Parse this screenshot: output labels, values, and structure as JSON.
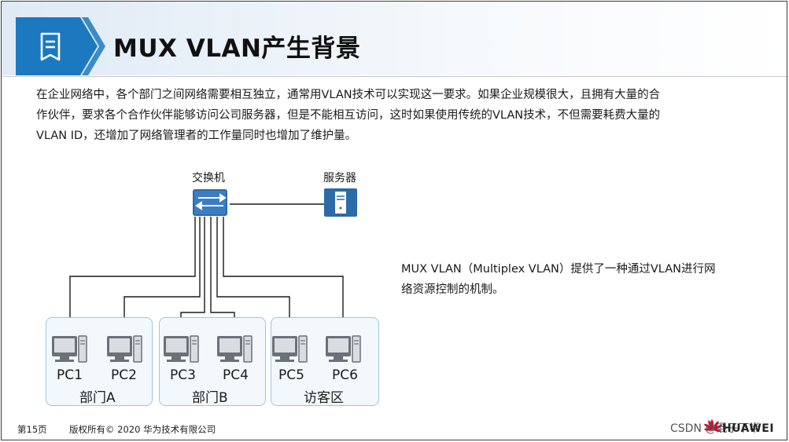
{
  "slide": {
    "title": "MUX VLAN产生背景",
    "intro_lines": [
      "在企业网络中，各个部门之间网络需要相互独立，通常用VLAN技术可以实现这一要求。如果企业规模很大，且拥有大量的合",
      "作伙伴，要求各个合作伙伴能够访问公司服务器，但是不能相互访问，这时如果使用传统的VLAN技术，不但需要耗费大量的",
      "VLAN ID，还增加了网络管理者的工作量同时也增加了维护量。"
    ],
    "mux_desc_lines": [
      "MUX VLAN（Multiplex VLAN）提供了一种通过VLAN进行网",
      "络资源控制的机制。"
    ]
  },
  "diagram": {
    "switch_label": "交换机",
    "server_label": "服务器",
    "pcs": [
      "PC1",
      "PC2",
      "PC3",
      "PC4",
      "PC5",
      "PC6"
    ],
    "groups": [
      "部门A",
      "部门B",
      "访客区"
    ]
  },
  "footer": {
    "page": "第15页",
    "copyright": "版权所有© 2020 华为技术有限公司",
    "watermark": "CSDN @混子下半",
    "brand": "HUAWEI"
  },
  "colors": {
    "accent_blue": "#1c79c0",
    "header_bg": "#e6f0f8",
    "dept_bg": "#f2f8fc",
    "dept_border": "#9cc6de",
    "huawei_red": "#cf0a2c"
  }
}
